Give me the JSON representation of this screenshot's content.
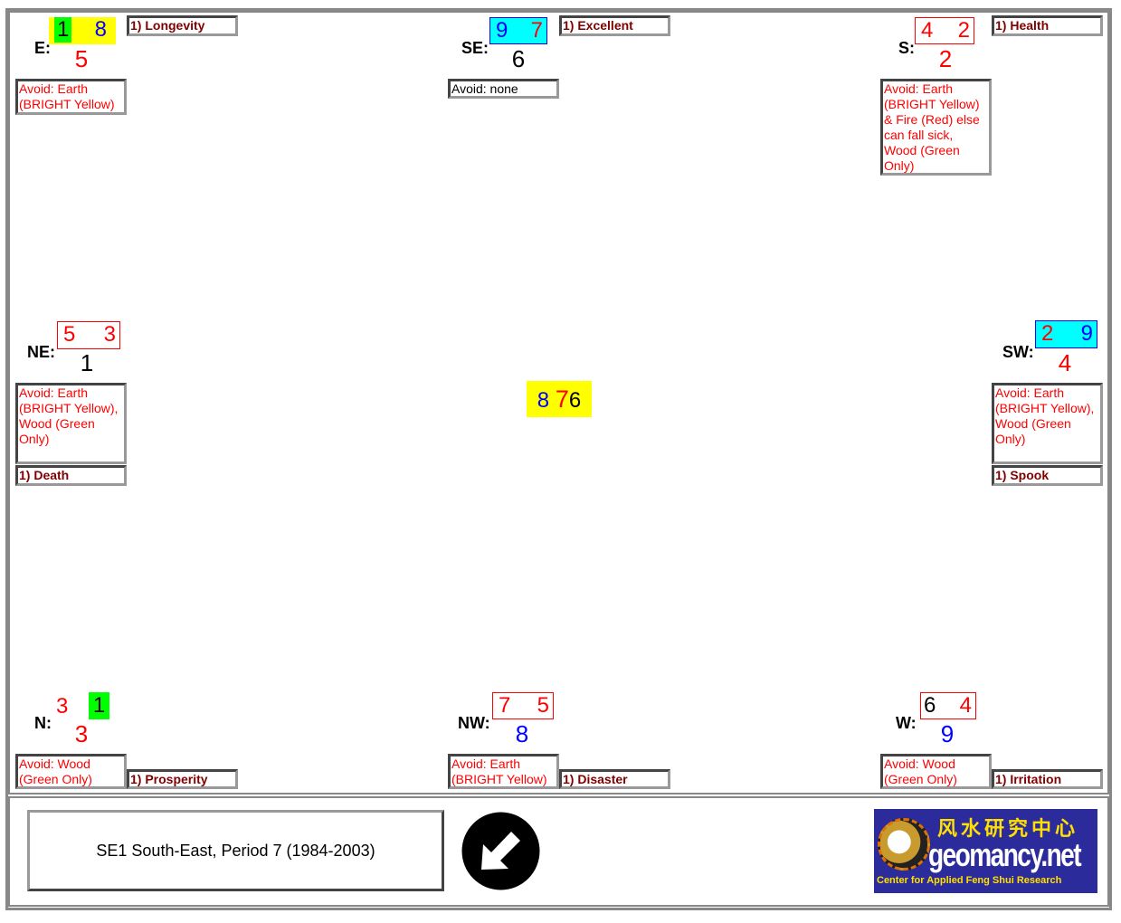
{
  "palaces": {
    "e": {
      "label": "E:",
      "left": "1",
      "right": "8",
      "base": "5",
      "avoid": "Avoid: Earth (BRIGHT Yellow)",
      "meaning": "1) Longevity"
    },
    "se": {
      "label": "SE:",
      "left": "9",
      "right": "7",
      "base": "6",
      "avoid": "Avoid: none",
      "meaning": "1) Excellent"
    },
    "s": {
      "label": "S:",
      "left": "4",
      "right": "2",
      "base": "2",
      "avoid": "Avoid: Earth (BRIGHT Yellow) & Fire (Red) else can fall sick, Wood (Green Only)",
      "meaning": "1) Health"
    },
    "ne": {
      "label": "NE:",
      "left": "5",
      "right": "3",
      "base": "1",
      "avoid": "Avoid: Earth (BRIGHT Yellow), Wood (Green Only)",
      "meaning": "1) Death"
    },
    "sw": {
      "label": "SW:",
      "left": "2",
      "right": "9",
      "base": "4",
      "avoid": "Avoid: Earth (BRIGHT Yellow), Wood (Green Only)",
      "meaning": "1) Spook"
    },
    "n": {
      "label": "N:",
      "left": "3",
      "right": "1",
      "base": "3",
      "avoid": "Avoid: Wood (Green Only)",
      "meaning": "1) Prosperity"
    },
    "nw": {
      "label": "NW:",
      "left": "7",
      "right": "5",
      "base": "8",
      "avoid": "Avoid: Earth (BRIGHT Yellow)",
      "meaning": "1) Disaster"
    },
    "w": {
      "label": "W:",
      "left": "6",
      "right": "4",
      "base": "9",
      "avoid": "Avoid: Wood (Green Only)",
      "meaning": "1) Irritation"
    }
  },
  "center": {
    "a": "8",
    "b": "7",
    "c": "6"
  },
  "footer": {
    "caption": "SE1 South-East, Period 7 (1984-2003)",
    "logo_text": "geomancy.net",
    "logo_chinese": "风水研究中心",
    "logo_tagline": "Center for Applied Feng Shui Research"
  },
  "colors": {
    "yellow": "#ffff00",
    "green": "#00ff00",
    "cyan": "#00ffff",
    "logo_bg": "#2b2b9b"
  }
}
